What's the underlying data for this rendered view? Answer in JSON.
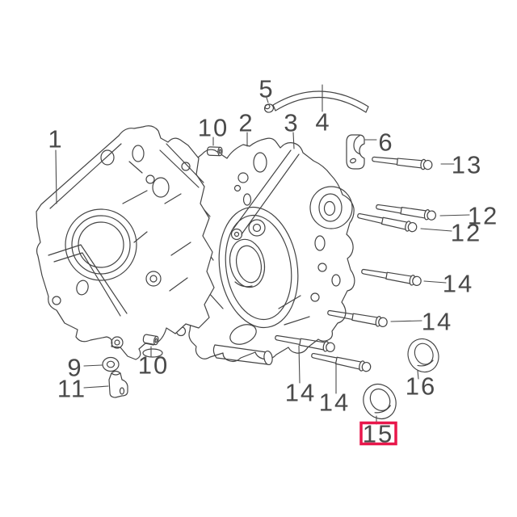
{
  "diagram": {
    "background_color": "#ffffff",
    "line_color": "#444444",
    "label_color": "#4a4a4a",
    "highlight_color": "#e8174b",
    "highlighted_callout": "15",
    "callouts": [
      {
        "label": "1",
        "points_to": "left-crankcase-half",
        "highlighted": false
      },
      {
        "label": "2",
        "points_to": "right-crankcase-half",
        "highlighted": false
      },
      {
        "label": "3",
        "points_to": "right-crankcase-inner",
        "highlighted": false
      },
      {
        "label": "4",
        "points_to": "breather-hose",
        "highlighted": false
      },
      {
        "label": "5",
        "points_to": "hose-clip",
        "highlighted": false
      },
      {
        "label": "6",
        "points_to": "bracket",
        "highlighted": false
      },
      {
        "label": "9",
        "points_to": "washer",
        "highlighted": false
      },
      {
        "label": "10",
        "points_to": "dowel-pin-upper",
        "highlighted": false
      },
      {
        "label": "10",
        "points_to": "dowel-pin-lower",
        "highlighted": false
      },
      {
        "label": "11",
        "points_to": "elbow-fitting",
        "highlighted": false
      },
      {
        "label": "12",
        "points_to": "stud-bolt-upper",
        "highlighted": false
      },
      {
        "label": "12",
        "points_to": "stud-bolt-lower",
        "highlighted": false
      },
      {
        "label": "13",
        "points_to": "stud-bolt-short",
        "highlighted": false
      },
      {
        "label": "14",
        "points_to": "crankcase-bolt-1",
        "highlighted": false
      },
      {
        "label": "14",
        "points_to": "crankcase-bolt-2",
        "highlighted": false
      },
      {
        "label": "14",
        "points_to": "crankcase-bolt-3",
        "highlighted": false
      },
      {
        "label": "14",
        "points_to": "crankcase-bolt-4",
        "highlighted": false
      },
      {
        "label": "15",
        "points_to": "oil-seal-small",
        "highlighted": true
      },
      {
        "label": "16",
        "points_to": "oil-seal-large",
        "highlighted": false
      }
    ]
  }
}
